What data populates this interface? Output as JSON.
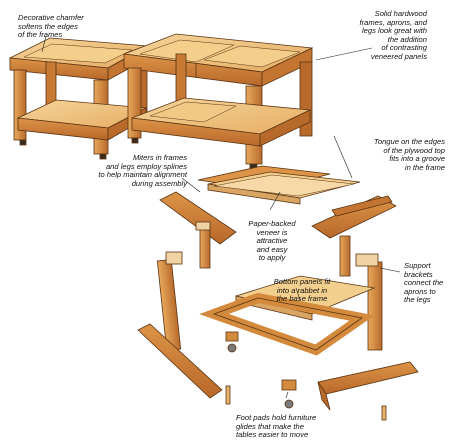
{
  "colors": {
    "wood_light": "#e9b26a",
    "wood_mid": "#d38a3c",
    "wood_dark": "#a85f22",
    "plywood": "#f3cf8e",
    "veneer": "#f6d9a6",
    "outline": "#5a3413",
    "leader": "#222222",
    "hardware": "#7a7a7a"
  },
  "callouts": {
    "decorative_chamfer": [
      "Decorative chamfer",
      "softens the edges",
      "of the frames"
    ],
    "solid_hardwood": [
      "Solid hardwood",
      "frames, aprons, and",
      "legs look great with",
      "the addition",
      "of contrasting",
      "veneered panels"
    ],
    "miters": [
      "Miters in frames",
      "and legs employ splines",
      "to help maintain alignment",
      "during assembly"
    ],
    "tongue": [
      "Tongue on the edges",
      "of the plywood top",
      "fits into a groove",
      "in the frame"
    ],
    "paper_backed": [
      "Paper-backed",
      "veneer is",
      "attractive",
      "and easy",
      "to apply"
    ],
    "support_brackets": [
      "Support",
      "brackets",
      "connect the",
      "aprons to",
      "the legs"
    ],
    "bottom_panels": [
      "Bottom panels fit",
      "into a rabbet in",
      "the base frame"
    ],
    "foot_pads": [
      "Foot pads hold furniture",
      "glides that make the",
      "tables easier to move"
    ]
  }
}
